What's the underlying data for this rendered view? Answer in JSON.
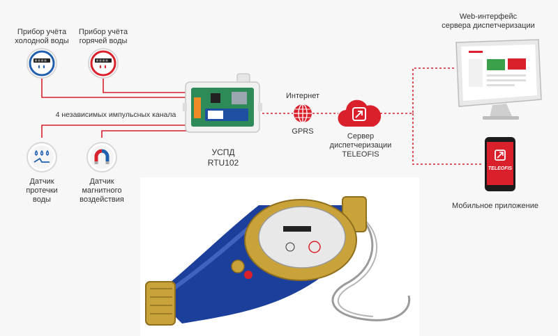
{
  "sensors": {
    "cold": {
      "line1": "Прибор учёта",
      "line2": "холодной воды"
    },
    "hot": {
      "line1": "Прибор учёта",
      "line2": "горячей воды"
    },
    "leak": {
      "line1": "Датчик",
      "line2": "протечки",
      "line3": "воды"
    },
    "magnet": {
      "line1": "Датчик",
      "line2": "магнитного",
      "line3": "воздействия"
    }
  },
  "channels_label": "4 независимых импульсных канала",
  "device": {
    "line1": "УСПД",
    "line2": "RTU102"
  },
  "internet": {
    "label": "Интернет",
    "sublabel": "GPRS"
  },
  "server": {
    "line1": "Сервер",
    "line2": "диспетчеризации",
    "line3": "TELEOFIS"
  },
  "web": {
    "line1": "Web-интерфейс",
    "line2": "сервера диспетчеризации"
  },
  "mobile": {
    "label": "Мобильное приложение",
    "brand": "TELEOFIS"
  },
  "colors": {
    "accent": "#d9202b",
    "cold": "#1f5fae",
    "hot": "#d9202b",
    "meter_body": "#1d3f9c",
    "brass": "#c9a23a"
  }
}
